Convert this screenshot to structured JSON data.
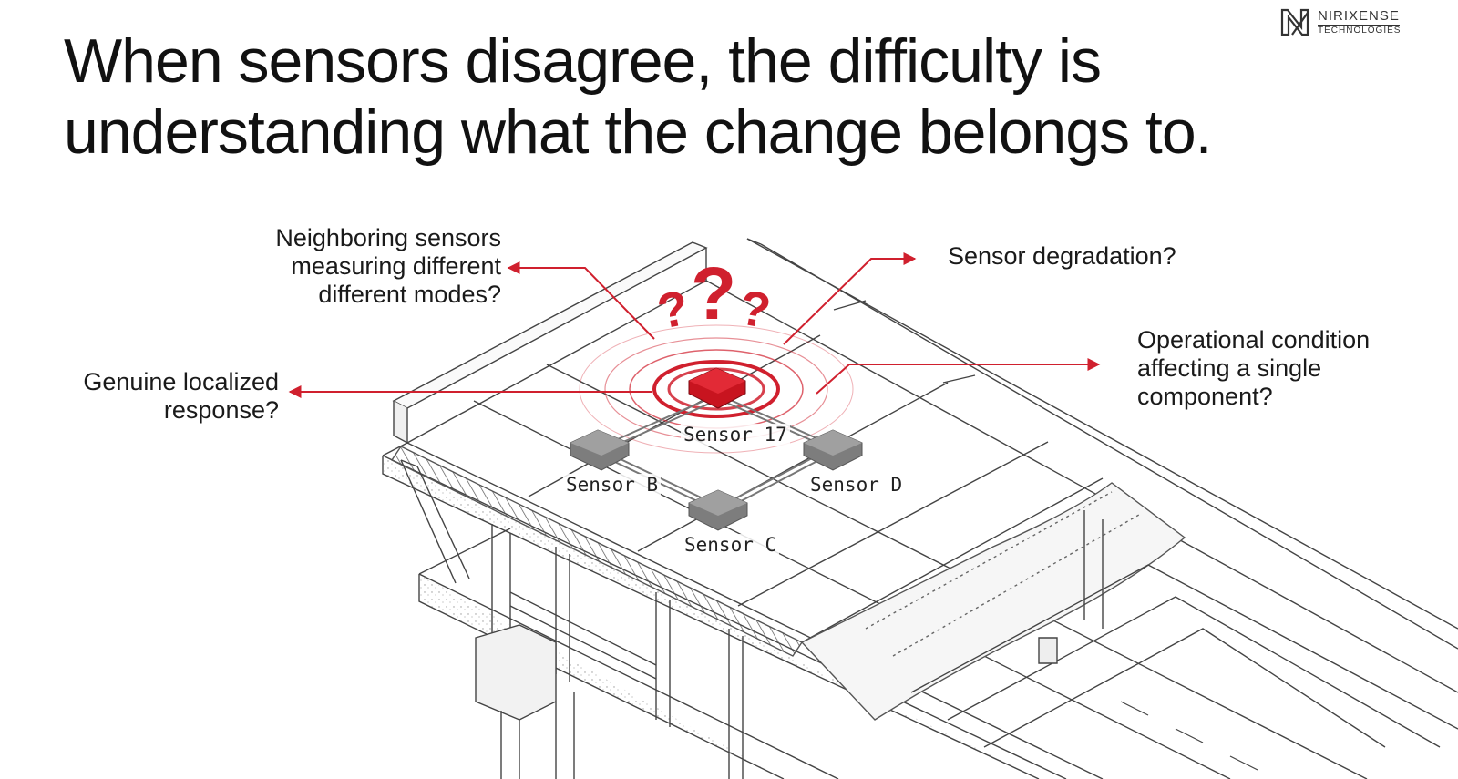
{
  "title": {
    "line1": "When sensors disagree, the difficulty is",
    "line2": "understanding what the change belongs to."
  },
  "logo": {
    "name": "NIRIXENSE",
    "sub": "TECHNOLOGIES",
    "icon": "nx-logo-icon"
  },
  "callouts": {
    "neighbor": {
      "line1": "Neighboring sensors",
      "line2": "measuring different",
      "line3": "different modes?"
    },
    "genuine": {
      "line1": "Genuine localized",
      "line2": "response?"
    },
    "degradation": {
      "line1": "Sensor degradation?"
    },
    "operational": {
      "line1": "Operational condition",
      "line2": "affecting a single",
      "line3": "component?"
    }
  },
  "sensors": {
    "s17": "Sensor 17",
    "sb": "Sensor B",
    "sc": "Sensor C",
    "sd": "Sensor D"
  },
  "question_marks": "?",
  "colors": {
    "accent": "#d0202e",
    "sensor_gray": "#8a8a8a",
    "line": "#3a3a3a"
  }
}
